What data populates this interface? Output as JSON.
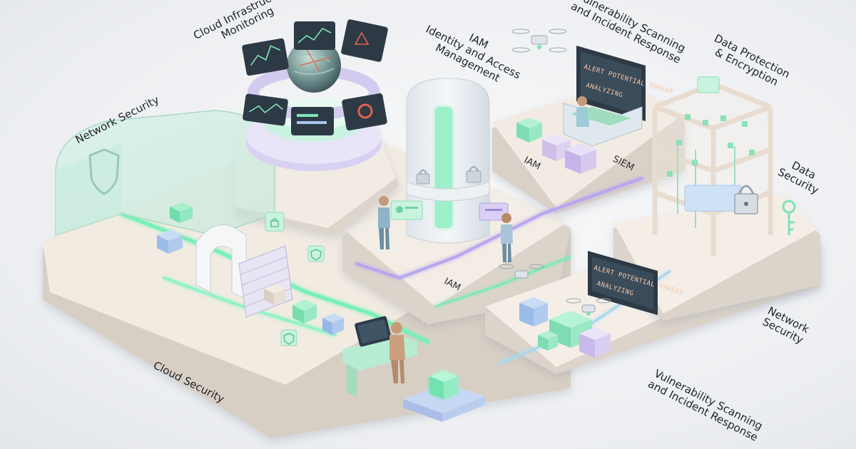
{
  "labels": {
    "cloud_infra": [
      "Cloud Infrastructure",
      "Monitoring"
    ],
    "network_security_top": "Network Security",
    "iam_title": [
      "IAM",
      "Identity and Access",
      "Management"
    ],
    "vuln_top": [
      "Vulnerability Scanning",
      "and Incident Response"
    ],
    "data_protection": [
      "Data Protection",
      "& Encryption"
    ],
    "data_security": [
      "Data",
      "Security"
    ],
    "network_security_right": [
      "Network",
      "Security"
    ],
    "cloud_security": "Cloud Security",
    "vuln_bottom": [
      "Vulnerability Scanning",
      "and Incident Response"
    ]
  },
  "pad_labels": {
    "iam_upper": "IAM",
    "siem": "SIEM",
    "iam_lower": "IAM"
  },
  "screens": {
    "upper_alert": [
      "ALERT POTENTIAL THREAT",
      "ANALYZING"
    ],
    "lower_alert": [
      "ALERT POTENTIAL THREAT",
      "ANALYZING"
    ]
  },
  "colors": {
    "platform_top": "#f1e9df",
    "platform_side": "#dcd3c8",
    "mint": "#7fe3b4",
    "glow": "#5ff0b0",
    "lavender": "#c7b9ea",
    "blue_cube": "#a9c6ef",
    "glass": "#cfeee2",
    "screen_dark": "#2d3a46",
    "alert_red": "#e0634a"
  }
}
